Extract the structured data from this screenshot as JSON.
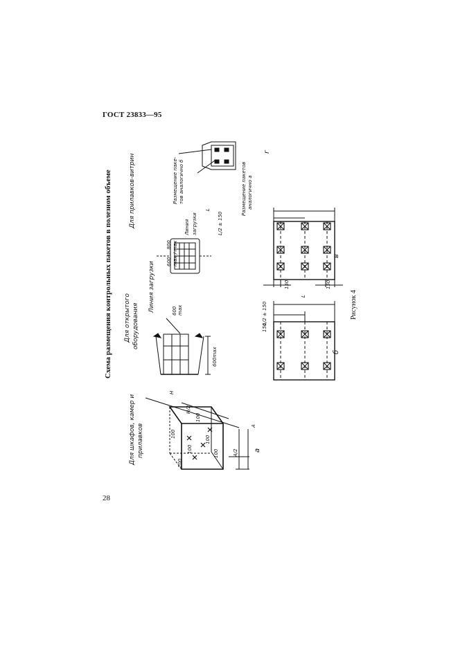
{
  "header": {
    "standard": "ГОСТ 23833—95"
  },
  "page_number": "28",
  "figure": {
    "title": "Схема размещения контрольных пакетов в полезном объеме",
    "caption": "Рисунок 4",
    "sections": {
      "a": {
        "label": "а",
        "caption_line1": "Для шкафов, камер и",
        "caption_line2": "прилавков",
        "dims": [
          "H",
          "H/2",
          "A",
          "A/2",
          "100",
          "100",
          "100",
          "100",
          "100",
          "100"
        ]
      },
      "b": {
        "label": "б",
        "caption_line1": "Для открытого",
        "caption_line2": "оборудования",
        "load_line": "Линия загрузки",
        "dim_600": "600",
        "dim_max": "max",
        "dim_600max": "600max",
        "dim_L": "L",
        "dim_l2": "L/2 ± 150",
        "dim_150": "150"
      },
      "v": {
        "label": "в",
        "dim_L": "L",
        "dim_l2": "L/2 ± 150",
        "dim_150a": "150",
        "dim_150b": "150"
      },
      "g": {
        "label": "г",
        "caption": "Для прилавков-витрин",
        "dim_600_800": "600 ... 800",
        "dim_max": "max / max",
        "load_line_1": "Линия",
        "load_line_2": "загрузки",
        "place1_line1": "Размещение паке-",
        "place1_line2": "тов аналогично б",
        "place2_line1": "Размещение пакетов",
        "place2_line2": "аналогично а"
      }
    }
  }
}
